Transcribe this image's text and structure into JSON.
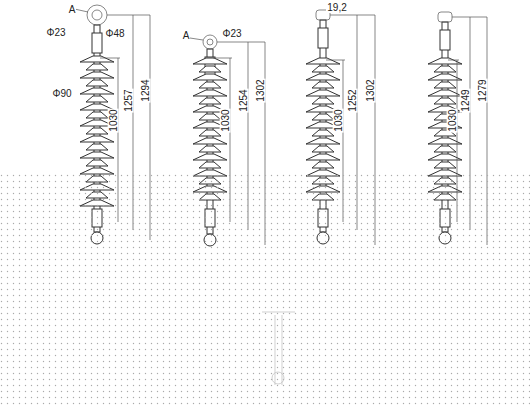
{
  "diagram": {
    "labels": [
      "A",
      "Φ23",
      "Φ48",
      "Φ90",
      "1030",
      "1257",
      "1294",
      "A",
      "Φ23",
      "1030",
      "1254",
      "1302",
      "19,2",
      "1030",
      "1252",
      "1302",
      "1030",
      "1249",
      "1279"
    ]
  }
}
